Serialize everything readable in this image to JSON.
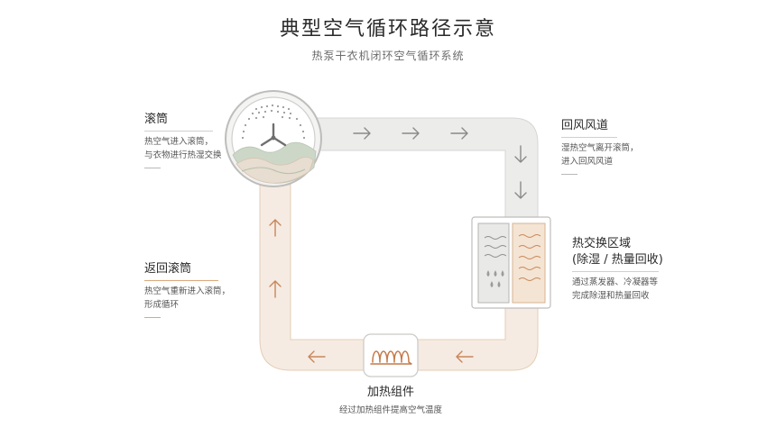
{
  "title": "典型空气循环路径示意",
  "subtitle": "热泵干衣机闭环空气循环系统",
  "labels": {
    "drum": {
      "title": "滚筒",
      "desc": [
        "热空气进入滚筒，",
        "与衣物进行热湿交换"
      ]
    },
    "return_duct": {
      "title": "回风风道",
      "desc": [
        "湿热空气离开滚筒，",
        "进入回风风道"
      ]
    },
    "heat_exchange": {
      "title": [
        "热交换区域",
        "(除湿 / 热量回收)"
      ],
      "desc": [
        "通过蒸发器、冷凝器等",
        "完成除湿和热量回收"
      ]
    },
    "back_to_drum": {
      "title": "返回滚筒",
      "desc": [
        "热空气重新进入滚筒，",
        "形成循环"
      ]
    },
    "heater": {
      "title": "加热组件",
      "desc": "经过加热组件提高空气温度"
    }
  },
  "colors": {
    "duct_gray": "#ececeb",
    "duct_warm": "#f5ebe2",
    "duct_edge_gray": "#d6d6d4",
    "duct_edge_warm": "#e6cdb6",
    "accent_warm": "#c8865a",
    "arrow_gray": "#8a8a8a"
  },
  "icons": [
    "drum-icon",
    "fan-icon",
    "heat-exchanger-icon",
    "heating-coil-icon",
    "arrow-right-icon",
    "arrow-down-icon",
    "arrow-left-icon",
    "arrow-up-icon",
    "wave-icon",
    "droplet-icon"
  ]
}
